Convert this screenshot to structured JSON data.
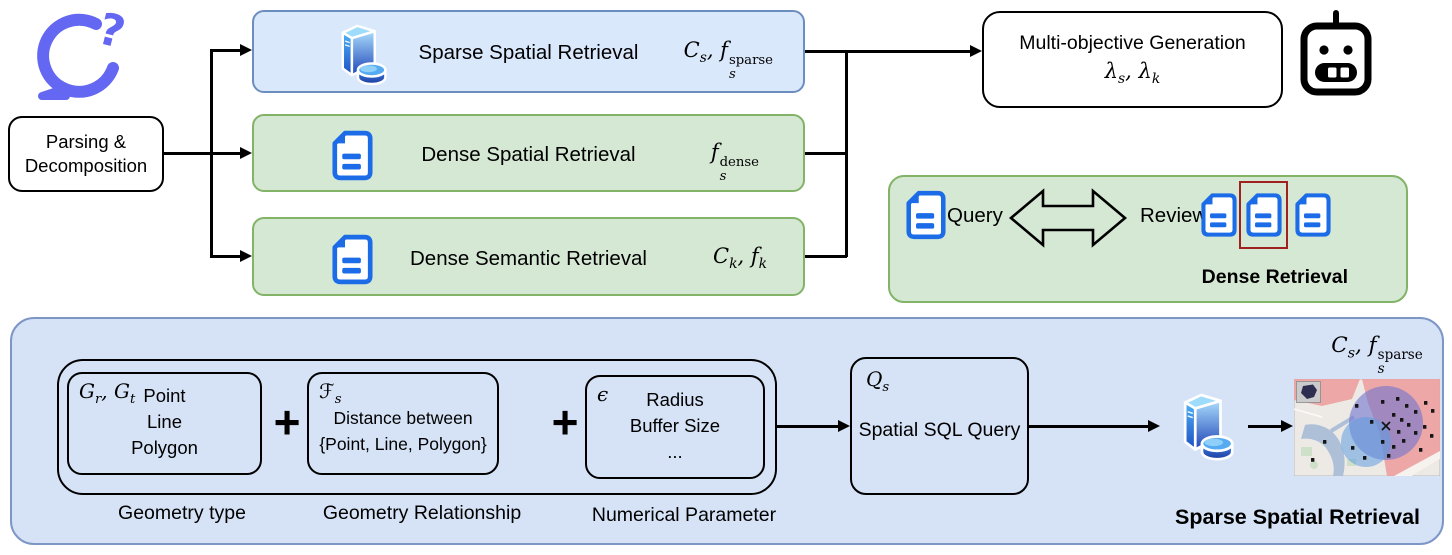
{
  "colors": {
    "blue_fill": "#dae8fc",
    "blue_border": "#6c8ebf",
    "green_fill": "#d5e8d4",
    "green_border": "#82b366",
    "panel_fill": "#d6e3f7",
    "panel_border": "#7d96c5",
    "doc_icon_blue": "#1c6ce8",
    "chat_icon_purple": "#6467f2",
    "highlight_frame_red": "#a12020"
  },
  "parsing_box": {
    "line1": "Parsing &",
    "line2": "Decomposition"
  },
  "retrieval_boxes": [
    {
      "label": "Sparse Spatial Retrieval",
      "math": "C_{s}, f_{s}^{sparse}"
    },
    {
      "label": "Dense Spatial Retrieval",
      "math": "f_{s}^{dense}"
    },
    {
      "label": "Dense Semantic Retrieval",
      "math": "C_{k}, f_{k}"
    }
  ],
  "generation_box": {
    "label": "Multi-objective Generation",
    "math": "λ_{s}, λ_{k}"
  },
  "dense_panel": {
    "query_label": "Query",
    "review_label": "Review",
    "title": "Dense Retrieval"
  },
  "sparse_panel": {
    "plus": "+",
    "geometry_type": {
      "math": "G_{r}, G_{t}",
      "lines": [
        "Point",
        "Line",
        "Polygon"
      ],
      "caption": "Geometry type"
    },
    "geometry_relationship": {
      "math": "ℱ_{s}",
      "lines": [
        "Distance between",
        "{Point, Line, Polygon}"
      ],
      "caption": "Geometry Relationship"
    },
    "numerical_parameter": {
      "math": "ϵ",
      "lines": [
        "Radius",
        "Buffer Size",
        "..."
      ],
      "caption": "Numerical Parameter"
    },
    "sql_box": {
      "math": "Q_{s}",
      "label": "Spatial SQL Query"
    },
    "output_math": "C_{s}, f_{s}^{sparse}",
    "title": "Sparse Spatial Retrieval"
  }
}
